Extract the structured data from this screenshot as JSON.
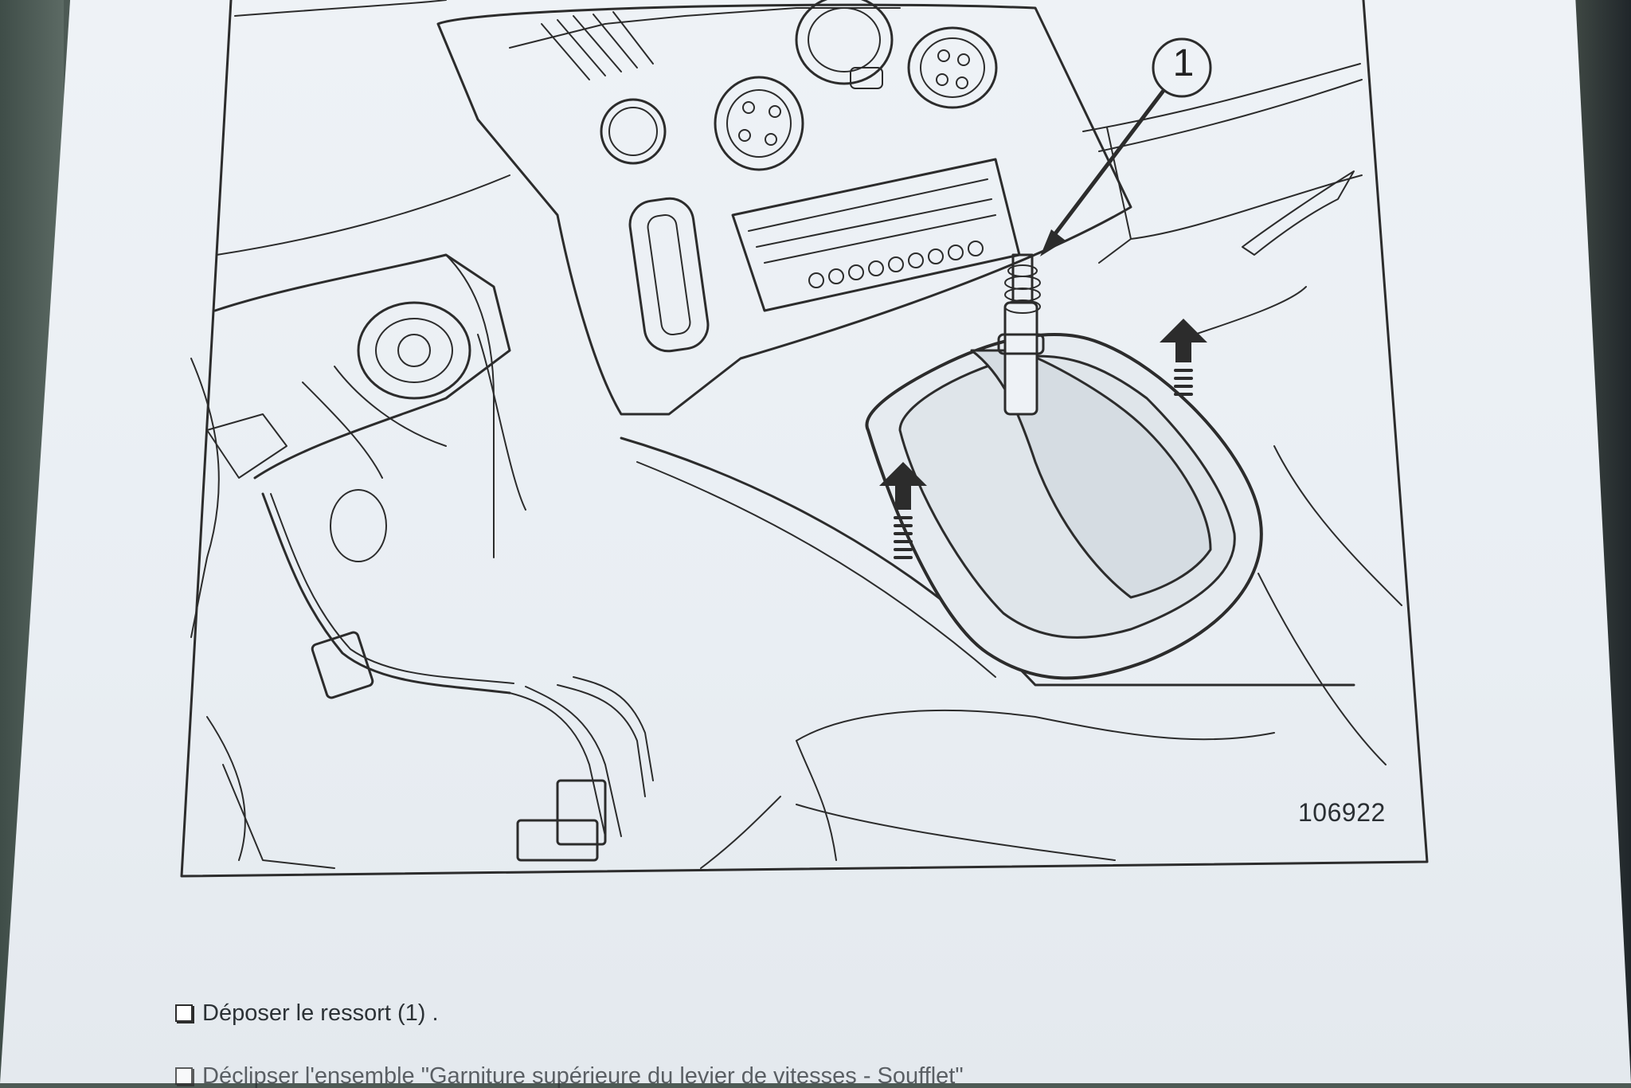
{
  "document": {
    "figure": {
      "reference_number": "106922",
      "callout_label": "1"
    },
    "steps": [
      {
        "text": "Déposer le ressort (1) ."
      },
      {
        "text": "Déclipser l'ensemble \"Garniture supérieure du levier de vitesses - Soufflet\""
      }
    ]
  }
}
